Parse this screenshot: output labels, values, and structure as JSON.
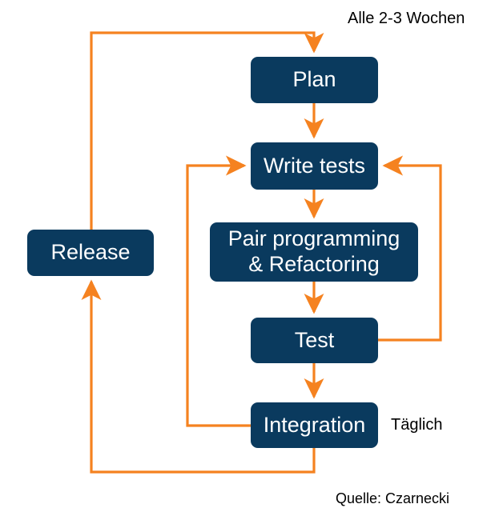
{
  "diagram": {
    "title_label": "Alle 2-3 Wochen",
    "daily_label": "Täglich",
    "source_label": "Quelle: Czarnecki",
    "colors": {
      "node_fill": "#0a3a5e",
      "node_text": "#ffffff",
      "connector": "#f58220",
      "background": "#ffffff",
      "label_text": "#000000"
    },
    "nodes": [
      {
        "id": "plan",
        "label": "Plan"
      },
      {
        "id": "write-tests",
        "label": "Write tests"
      },
      {
        "id": "pair-prog",
        "label": "Pair programming\n& Refactoring"
      },
      {
        "id": "test",
        "label": "Test"
      },
      {
        "id": "integration",
        "label": "Integration"
      },
      {
        "id": "release",
        "label": "Release"
      }
    ],
    "connectors": [
      {
        "id": "release-to-plan",
        "from": "release",
        "to": "plan",
        "kind": "loop-up-left",
        "annotation": "Alle 2-3 Wochen"
      },
      {
        "id": "plan-to-write-tests",
        "from": "plan",
        "to": "write-tests",
        "kind": "straight-down",
        "annotation": ""
      },
      {
        "id": "write-tests-to-pair",
        "from": "write-tests",
        "to": "pair-prog",
        "kind": "straight-down",
        "annotation": ""
      },
      {
        "id": "pair-to-test",
        "from": "pair-prog",
        "to": "test",
        "kind": "straight-down",
        "annotation": ""
      },
      {
        "id": "test-to-write-tests",
        "from": "test",
        "to": "write-tests",
        "kind": "loop-right",
        "annotation": ""
      },
      {
        "id": "test-to-integration",
        "from": "test",
        "to": "integration",
        "kind": "straight-down",
        "annotation": ""
      },
      {
        "id": "integration-to-write-tests",
        "from": "integration",
        "to": "write-tests",
        "kind": "loop-left",
        "annotation": "Täglich"
      },
      {
        "id": "integration-to-release",
        "from": "integration",
        "to": "release",
        "kind": "loop-down-left",
        "annotation": ""
      }
    ]
  }
}
